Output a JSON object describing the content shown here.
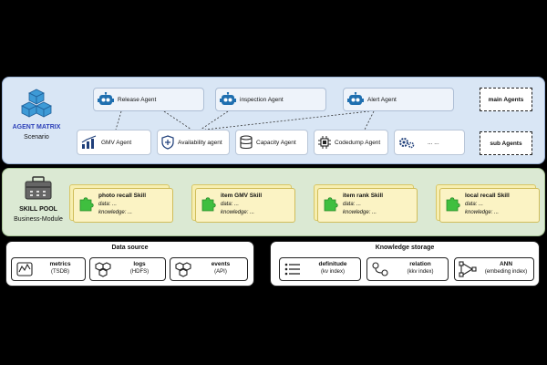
{
  "agent_matrix": {
    "title": "AGENT MATRIX",
    "subtitle": "Scenario",
    "main_agents": [
      {
        "label": "Release Agent",
        "icon": "robot-icon"
      },
      {
        "label": "inspection Agent",
        "icon": "robot-icon"
      },
      {
        "label": "Alert Agent",
        "icon": "robot-icon"
      }
    ],
    "sub_agents": [
      {
        "label": "GMV Agent",
        "icon": "chart-icon"
      },
      {
        "label": "Availability agent",
        "icon": "shield-icon"
      },
      {
        "label": "Capacity Agent",
        "icon": "database-icon"
      },
      {
        "label": "Codedump Agent",
        "icon": "chip-icon"
      },
      {
        "label": "... ...",
        "icon": "gears-icon"
      }
    ],
    "legend_main": "main Agents",
    "legend_sub": "sub Agents",
    "accent_color": "#2b3fb8"
  },
  "skill_pool": {
    "title": "SKILL POOL",
    "subtitle": "Business-Module",
    "skills": [
      {
        "name": "photo recall Skill",
        "data": "data: ...",
        "knowledge": "knowledge: ..."
      },
      {
        "name": "item GMV Skill",
        "data": "data: ...",
        "knowledge": "knowledge: ..."
      },
      {
        "name": "item rank Skill",
        "data": "data: ...",
        "knowledge": "knowledge: ..."
      },
      {
        "name": "local recall Skill",
        "data": "data: ...",
        "knowledge": "knowledge: ..."
      }
    ],
    "icon": "puzzle-icon"
  },
  "data_source": {
    "title": "Data source",
    "items": [
      {
        "name": "metrics",
        "sub": "(TSDB)",
        "icon": "metrics-icon"
      },
      {
        "name": "logs",
        "sub": "(HDFS)",
        "icon": "hexagons-icon"
      },
      {
        "name": "events",
        "sub": "(API)",
        "icon": "hexagons-icon"
      }
    ]
  },
  "knowledge_storage": {
    "title": "Knowledge storage",
    "items": [
      {
        "name": "definitude",
        "sub": "(kv index)",
        "icon": "list-icon"
      },
      {
        "name": "relation",
        "sub": "(kkv index)",
        "icon": "relation-icon"
      },
      {
        "name": "ANN",
        "sub": "(embeding index)",
        "icon": "graph-icon"
      }
    ]
  }
}
